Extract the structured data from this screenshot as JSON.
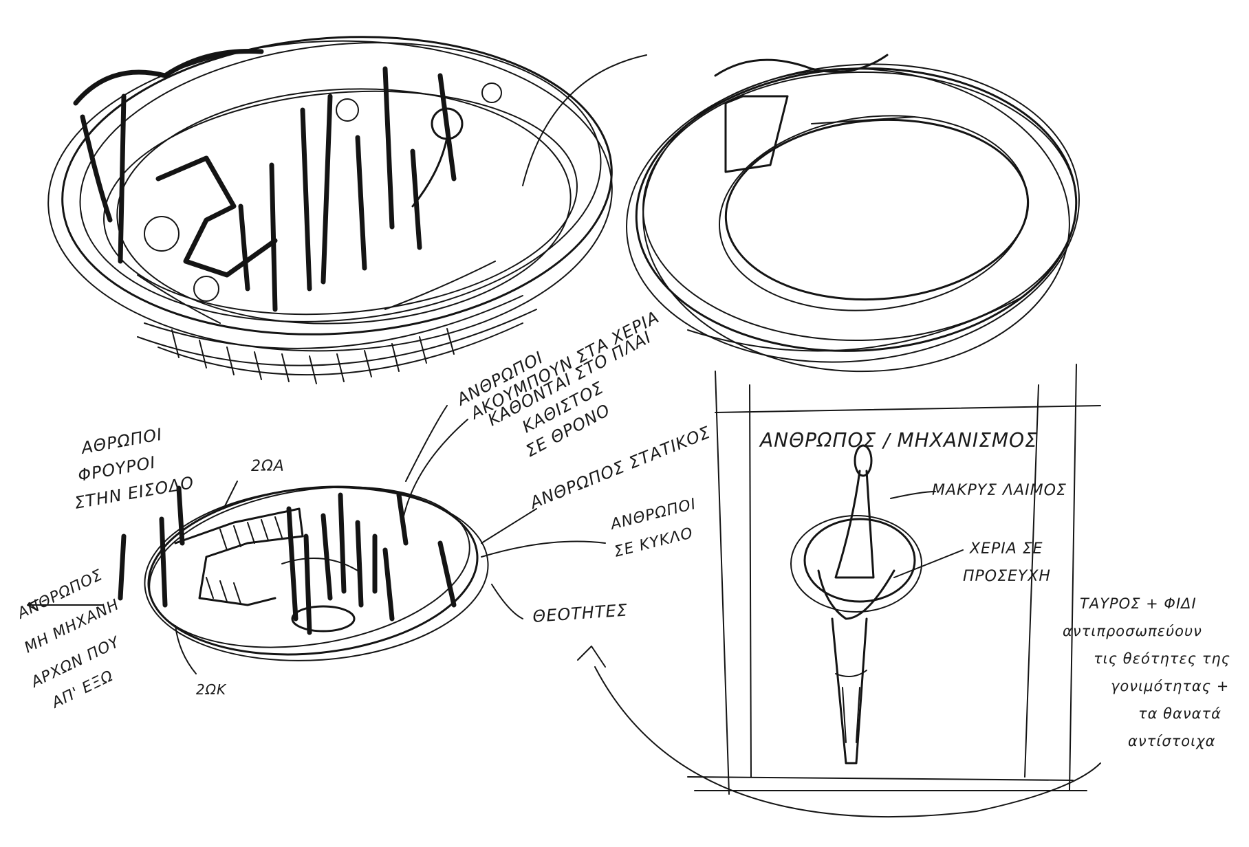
{
  "labels": {
    "entrance": [
      "ΑΘΡΩΠΟΙ",
      "ΦΡΟΥΡΟΙ",
      "ΣΤΗΝ ΕΙΣΟΔΟ"
    ],
    "zone_a": "2ΩΑ",
    "zone_k": "2ΩΚ",
    "throne_people": [
      "ΑΝΘΡΩΠΟΙ",
      "ΑΚΟΥΜΠΟΥΝ ΣΤΑ ΧΕΡΙΑ",
      "ΚΑΘΟΝΤΑΙ ΣΤΟ ΠΛΑΙ",
      "ΚΑΘΙΣΤΟΣ",
      "ΣΕ ΘΡΟΝΟ"
    ],
    "standing": "ΑΝΘΡΩΠΟΣ ΣΤΑΤΙΚΟΣ",
    "circle_people": [
      "ΑΝΘΡΩΠΟΙ",
      "ΣΕ ΚΥΚΛΟ"
    ],
    "goddesses": "ΘΕΟΤΗΤΕΣ",
    "left_note": [
      "ΑΝΘΡΩΠΟΣ",
      "ΜΗ ΜΗΧΑΝΗ",
      "ΑΡΧΩΝ ΠΟΥ",
      "ΑΠ' ΕΞΩ"
    ],
    "figure_title": "ΑΝΘΡΩΠΟΣ / ΜΗΧΑΝΙΣΜΟΣ",
    "neck": "ΜΑΚΡΥΣ ΛΑΙΜΟΣ",
    "hands": [
      "ΧΕΡΙΑ ΣΕ",
      "ΠΡΟΣΕΥΧΗ"
    ],
    "right_note": [
      "ΤΑΥΡΟΣ + ΦΙΔΙ",
      "αντιπροσωπεύουν",
      "τις θεότητες της",
      "γονιμότητας +",
      "τα θανατά",
      "αντίστοιχα"
    ]
  },
  "ink_color": "#141414"
}
